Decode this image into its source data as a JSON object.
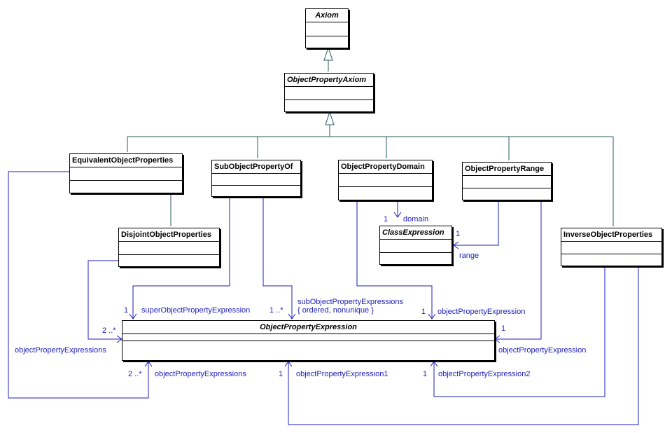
{
  "classes": {
    "axiom": "Axiom",
    "object_property_axiom": "ObjectPropertyAxiom",
    "equivalent_object_properties": "EquivalentObjectProperties",
    "sub_object_property_of": "SubObjectPropertyOf",
    "object_property_domain": "ObjectPropertyDomain",
    "object_property_range": "ObjectPropertyRange",
    "disjoint_object_properties": "DisjointObjectProperties",
    "class_expression": "ClassExpression",
    "inverse_object_properties": "InverseObjectProperties",
    "object_property_expression": "ObjectPropertyExpression"
  },
  "labels": {
    "domain_mult": "1",
    "domain_role": "domain",
    "range_mult": "1",
    "range_role": "range",
    "super_mult": "1",
    "super_role": "superObjectPropertyExpression",
    "sub_mult": "1 ..*",
    "sub_role": "subObjectPropertyExpressions",
    "sub_constraint": "{ ordered, nonunique }",
    "domain_ope_mult": "1",
    "domain_ope_role": "objectPropertyExpression",
    "disjoint_mult": "2 ..*",
    "disjoint_role": "objectPropertyExpressions",
    "range_ope_mult": "1",
    "range_ope_role": "objectPropertyExpression",
    "equiv_mult": "2 ..*",
    "equiv_role": "objectPropertyExpressions",
    "inv1_mult": "1",
    "inv1_role": "objectPropertyExpression1",
    "inv2_mult": "1",
    "inv2_role": "objectPropertyExpression2"
  },
  "colors": {
    "line": "#2a5a5a",
    "association": "#1c1cc0",
    "label": "#1c1cc0"
  }
}
